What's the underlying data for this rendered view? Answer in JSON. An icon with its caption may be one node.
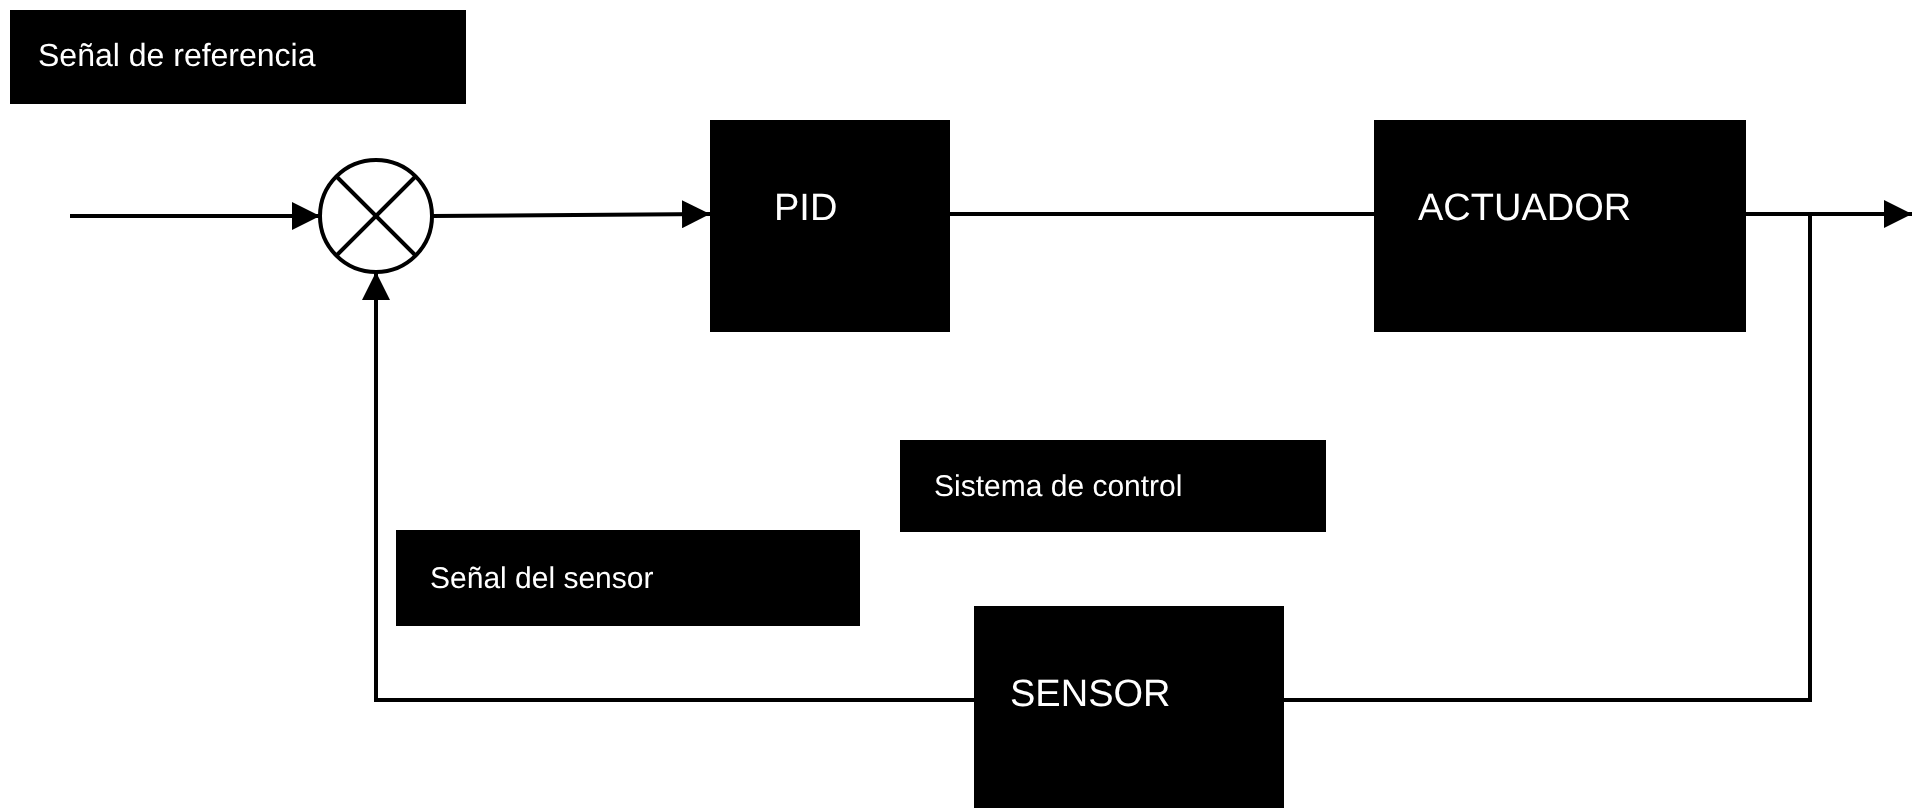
{
  "diagram": {
    "nodes": [
      {
        "text": [
          "Señal de referencia"
        ]
      },
      {
        "text": [],
        "shape": "circle"
      },
      {
        "text": [
          "PID"
        ]
      },
      {
        "text": [
          "ACTUADOR"
        ]
      },
      {
        "text": [
          "Sistema de control"
        ]
      },
      {
        "text": [
          "Señal del sensor"
        ]
      },
      {
        "text": [
          "SENSOR"
        ]
      }
    ],
    "edges": [
      {
        "from": null,
        "to": 1,
        "arrow": "to"
      },
      {
        "from": 1,
        "to": 2,
        "arrow": "to"
      },
      {
        "from": 2,
        "to": 3,
        "arrow": "none"
      },
      {
        "from": 3,
        "to": null,
        "arrow": "to"
      },
      {
        "from": 3,
        "to": 6,
        "arrow": "none"
      },
      {
        "from": 6,
        "to": 1,
        "arrow": "to"
      }
    ]
  }
}
